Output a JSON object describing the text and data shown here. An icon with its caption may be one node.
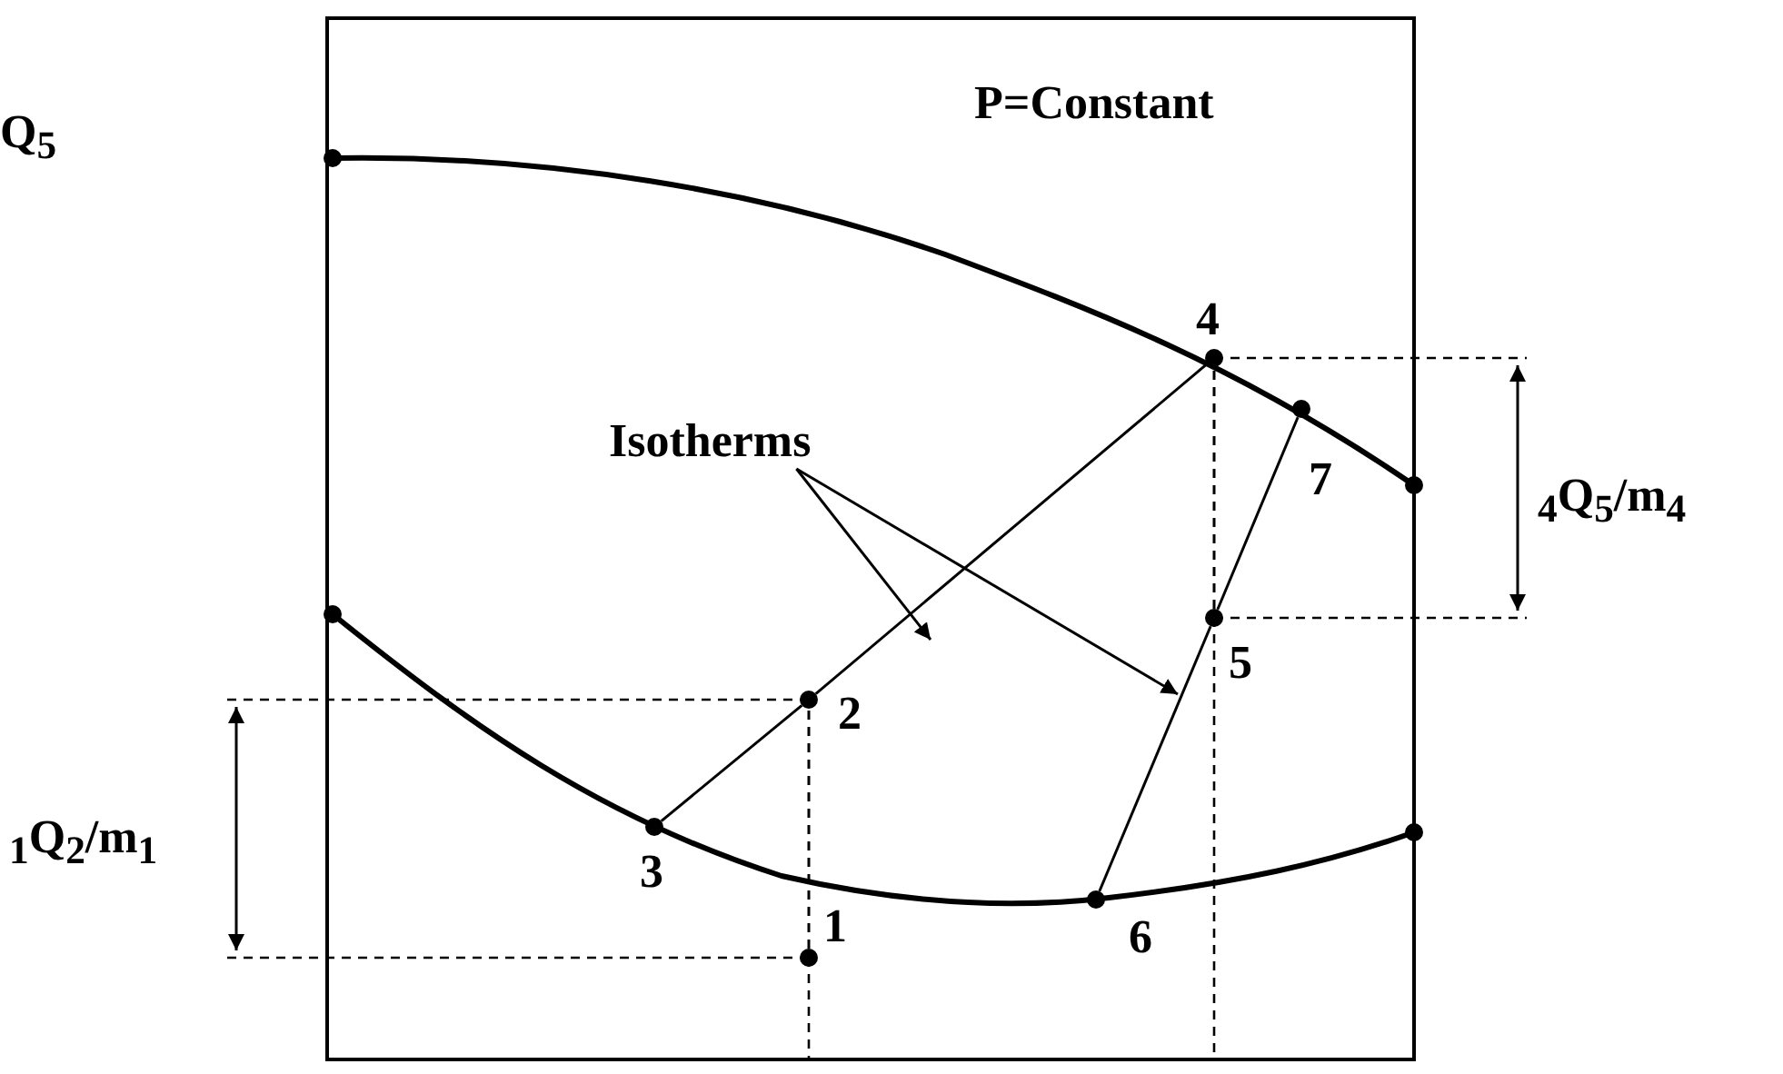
{
  "diagram": {
    "nodes": [
      {
        "text": [
          "Isotherms"
        ]
      },
      {
        "text": [
          "1"
        ]
      },
      {
        "text": [
          "2"
        ]
      },
      {
        "text": [
          "3"
        ]
      },
      {
        "text": [
          "4"
        ]
      },
      {
        "text": [
          "5"
        ]
      },
      {
        "text": [
          "6"
        ]
      },
      {
        "text": [
          "7"
        ]
      }
    ],
    "edges": [
      {
        "from": 3,
        "to": 2,
        "arrow": "none"
      },
      {
        "from": 2,
        "to": 4,
        "arrow": "none"
      },
      {
        "from": 6,
        "to": 5,
        "arrow": "none"
      },
      {
        "from": 5,
        "to": 7,
        "arrow": "none"
      },
      {
        "from": 1,
        "to": 2,
        "arrow": "none",
        "style": "dashed"
      },
      {
        "from": 5,
        "to": 4,
        "arrow": "none",
        "style": "dashed"
      },
      {
        "from": 0,
        "to": null,
        "arrow": "to"
      },
      {
        "from": 0,
        "to": null,
        "arrow": "to"
      }
    ],
    "labels": [
      "Q$_{5}$",
      "P=Constant",
      "$_{4}$Q$_{5}$/m$_{4}$",
      "$_{1}$Q$_{2}$/m$_{1}$"
    ]
  }
}
